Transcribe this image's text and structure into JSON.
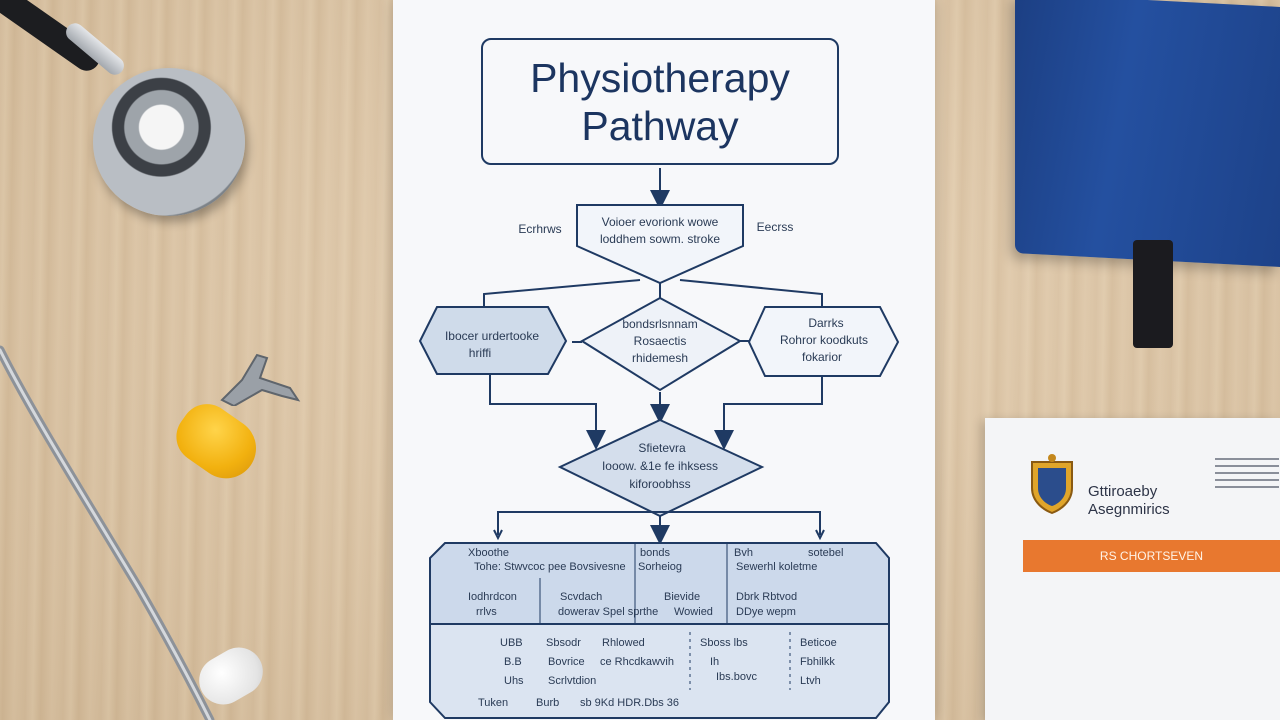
{
  "scene": {
    "poster_title_line1": "Physiotherapy",
    "poster_title_line2": "Pathway",
    "card_title_line1": "Gttiroaeby",
    "card_title_line2": "Asegnmirics",
    "card_band_text": "RS CHORTSEVEN"
  },
  "flowchart": {
    "node_top_line1": "Voioer evorionk wowe",
    "node_top_line2": "loddhem sowm. stroke",
    "side_label_left": "Ecrhrws",
    "side_label_right": "Eecrss",
    "node_left_line1": "Ibocer urdertooke",
    "node_left_line2": "hriffi",
    "node_mid_line1": "bondsrlsnnam",
    "node_mid_line2": "Rosaectis",
    "node_mid_line3": "rhidemesh",
    "node_right_line1": "Darrks",
    "node_right_line2": "Rohror koodkuts",
    "node_right_line3": "fokarior",
    "node_lower_line1": "Sfietevra",
    "node_lower_line2": "Iooow. &1e fe ihksess",
    "node_lower_line3": "kiforoobhss",
    "table_row1": [
      "Xboothe",
      "bonds",
      "Bvh",
      "sotebel"
    ],
    "table_row2": [
      "Tohe: Stwvcoc pee Bovsivesne",
      "Sorheiog",
      "Sewerhl koletme"
    ],
    "table_row3": [
      "Iodhrdcon",
      "Scvdach",
      "Bievide",
      "Dbrk Rbtvod"
    ],
    "table_row4": [
      "rrlvs",
      "dowerav Spel sprthe",
      "Wowied",
      "DDye wepm"
    ],
    "table_row5": [
      "UBB",
      "Sbsodr",
      "Rhlowed",
      "Sboss lbs",
      "Beticoe"
    ],
    "table_row6": [
      "B.B",
      "Bovrice",
      "ce Rhcdkawvih",
      "Ih",
      "Fbhilkk"
    ],
    "table_row7": [
      "Uhs",
      "Scrlvtdion",
      "Ibs.bovc",
      "Ltvh"
    ],
    "table_row8": [
      "Tuken",
      "Burb",
      "sb 9Kd HDR.Dbs 36"
    ]
  }
}
